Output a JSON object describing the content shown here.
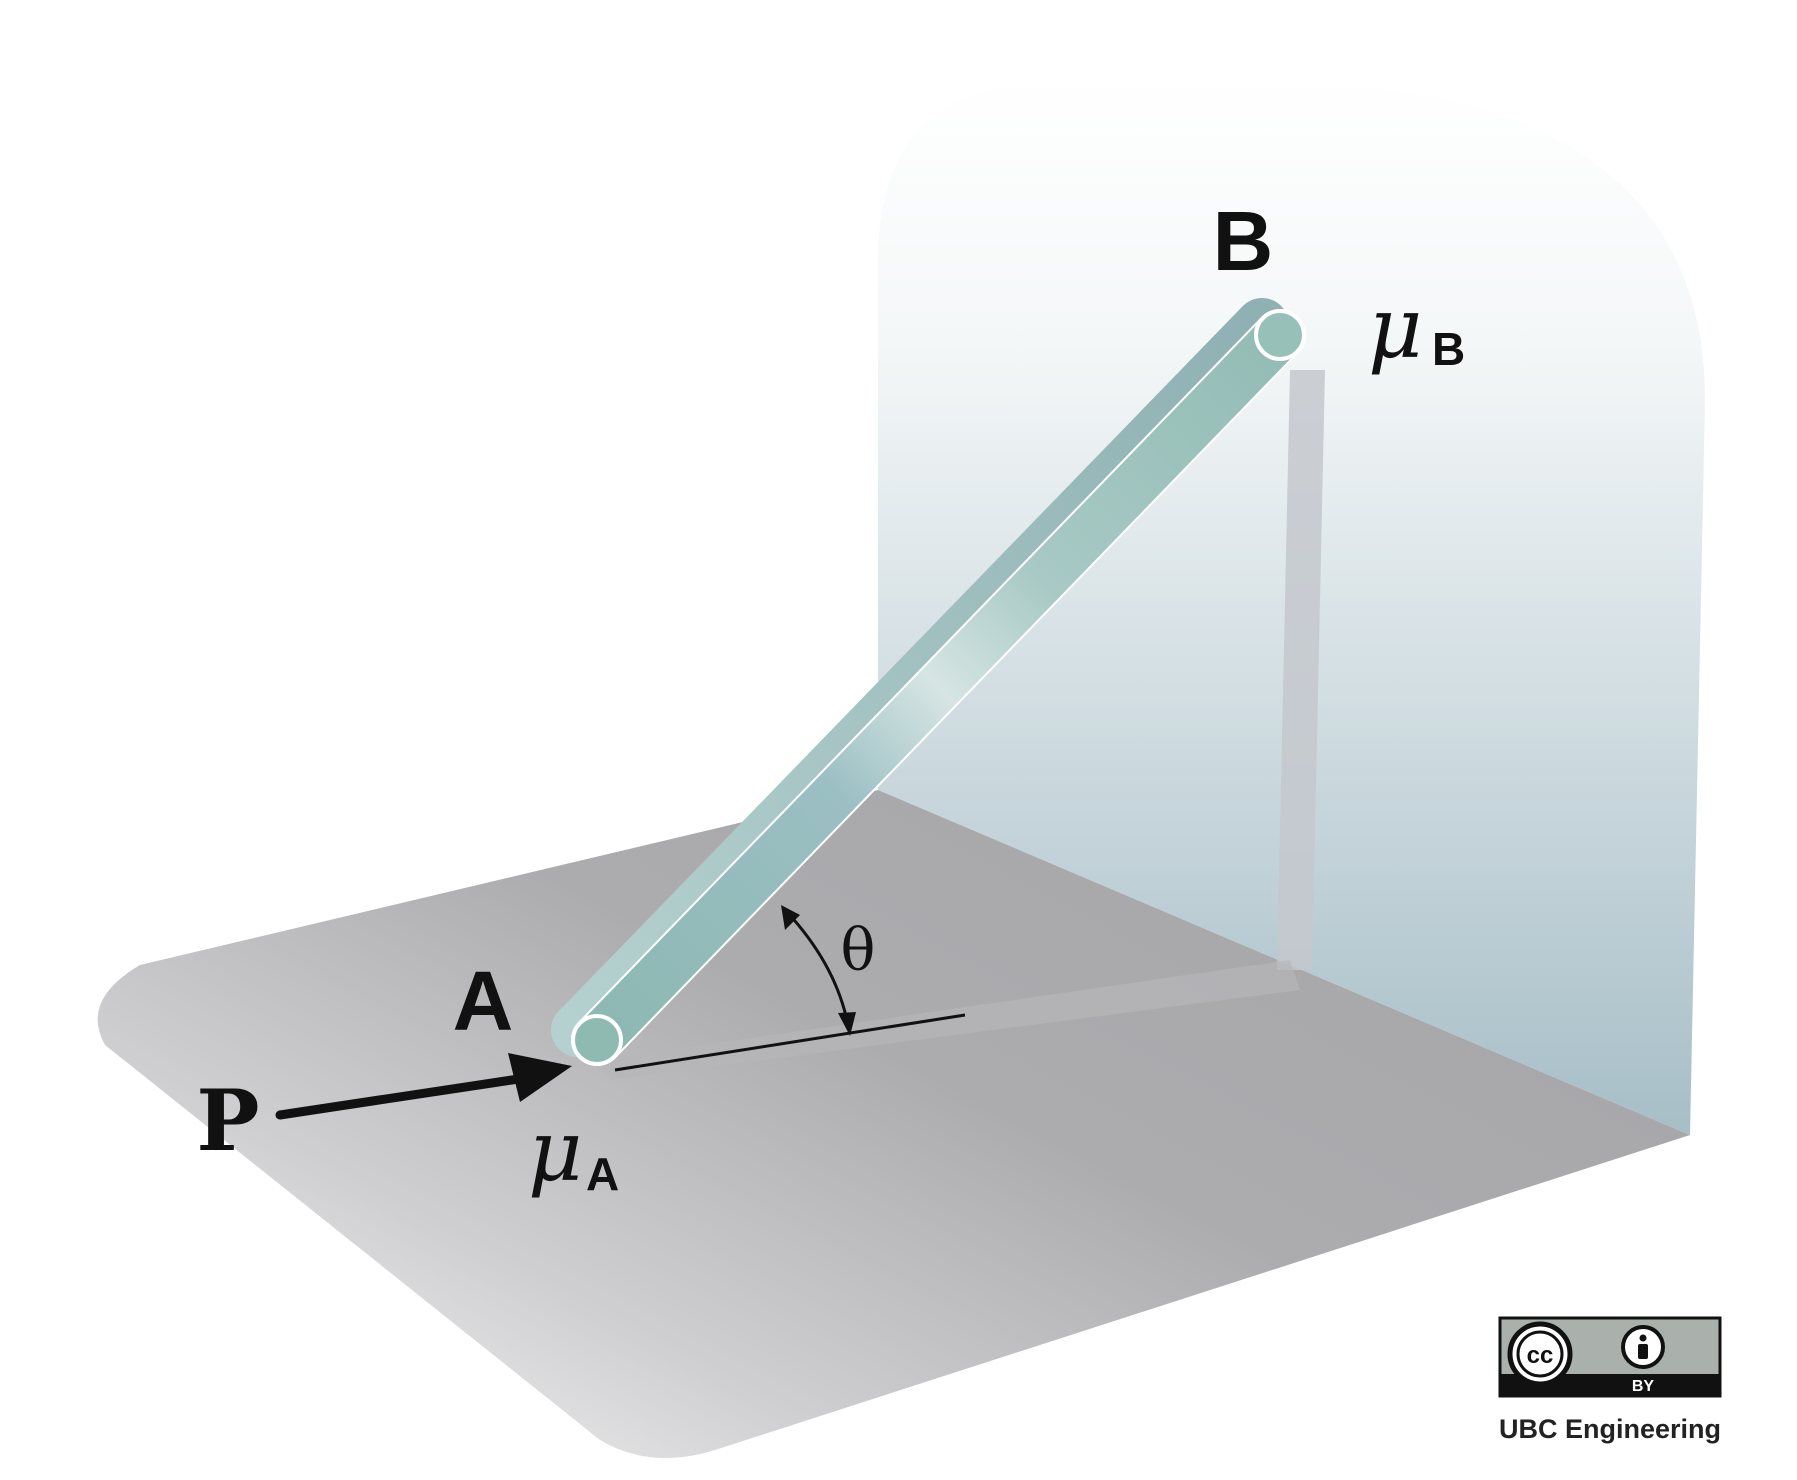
{
  "labels": {
    "point_a": "A",
    "point_b": "B",
    "force": "P",
    "angle": "θ",
    "mu_a_symbol": "μ",
    "mu_a_subscript": "A",
    "mu_b_symbol": "μ",
    "mu_b_subscript": "B"
  },
  "license": {
    "cc_text": "cc",
    "by_text": "BY",
    "credit": "UBC Engineering"
  },
  "colors": {
    "rod": "#9fc3c1",
    "wall_top": "#ffffff",
    "wall_bottom": "#a8bfc8",
    "floor": "#a9a9ac",
    "arrow": "#111111"
  }
}
